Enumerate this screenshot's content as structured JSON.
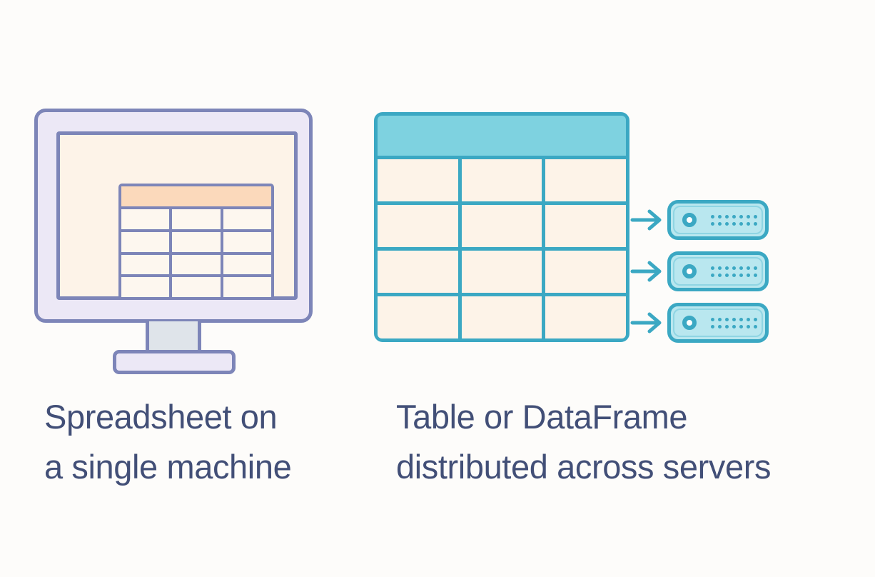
{
  "background_color": "#fdfcfa",
  "diagram": {
    "title_implied": "Spreadsheet on a single machine vs Table or DataFrame distributed across servers",
    "left_panel": {
      "caption_line1": "Spreadsheet on",
      "caption_line2": "a single machine",
      "caption_full": "Spreadsheet on\na single machine",
      "icon_name": "desktop-monitor-with-spreadsheet",
      "colors": {
        "frame_fill": "#ece8f6",
        "frame_stroke": "#7d85b8",
        "screen_fill": "#fdf3e8",
        "neck_fill": "#dfe4ea",
        "sheet_header_fill": "#fbd9bb",
        "sheet_cell_fill": "#fdf7ef"
      },
      "spreadsheet": {
        "has_header_row": true,
        "header_label": "header-row",
        "rows": 4,
        "columns": 3,
        "cells": [
          [
            "",
            "",
            ""
          ],
          [
            "",
            "",
            ""
          ],
          [
            "",
            "",
            ""
          ],
          [
            "",
            "",
            ""
          ]
        ]
      }
    },
    "right_panel": {
      "caption_line1": "Table or DataFrame",
      "caption_line2": "distributed across servers",
      "caption_full": "Table or DataFrame\ndistributed across servers",
      "icon_name": "table-distributed-to-servers",
      "colors": {
        "table_stroke": "#3ba8c3",
        "table_header_fill": "#7ed2e0",
        "table_cell_fill": "#fdf3e8",
        "server_fill": "#b9e7ef",
        "server_stroke": "#3ba8c3",
        "arrow_color": "#3ba8c3"
      },
      "table": {
        "has_header_row": true,
        "header_label": "header-row",
        "rows": 4,
        "columns": 3,
        "cells": [
          [
            "",
            "",
            ""
          ],
          [
            "",
            "",
            ""
          ],
          [
            "",
            "",
            ""
          ],
          [
            "",
            "",
            ""
          ]
        ]
      },
      "servers": [
        {
          "label": "server-1",
          "led": "power-led",
          "port_rows": 2,
          "ports_per_row": 7
        },
        {
          "label": "server-2",
          "led": "power-led",
          "port_rows": 2,
          "ports_per_row": 7
        },
        {
          "label": "server-3",
          "led": "power-led",
          "port_rows": 2,
          "ports_per_row": 7
        }
      ],
      "arrows": [
        {
          "label": "arrow-to-server-1"
        },
        {
          "label": "arrow-to-server-2"
        },
        {
          "label": "arrow-to-server-3"
        }
      ]
    },
    "text_color": "#424f77"
  }
}
